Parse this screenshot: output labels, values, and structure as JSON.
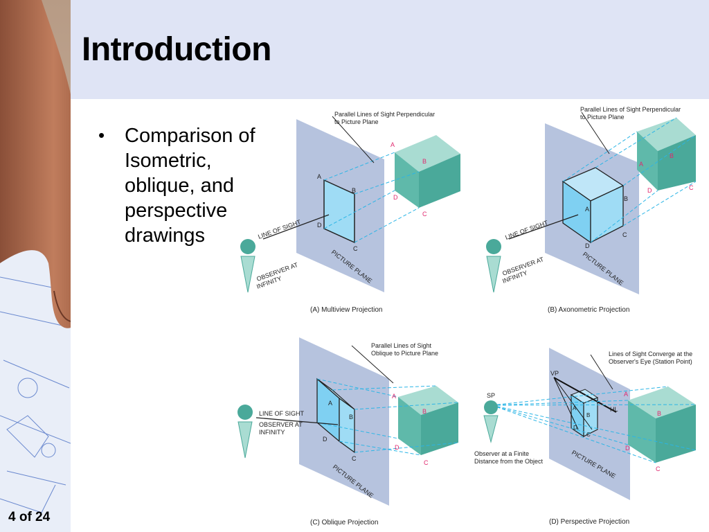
{
  "slide": {
    "title": "Introduction",
    "bullet": "Comparison of Isometric, oblique, and perspective drawings",
    "page_indicator": "4 of 24"
  },
  "panels": {
    "a": {
      "caption": "(A)  Multiview Projection",
      "note_line1": "Parallel Lines of Sight Perpendicular",
      "note_line2": "to Picture Plane",
      "line_of_sight": "LINE OF SIGHT",
      "picture_plane": "PICTURE PLANE",
      "observer_line1": "OBSERVER AT",
      "observer_line2": "INFINITY",
      "pt_a": "A",
      "pt_b": "B",
      "pt_c": "C",
      "pt_d": "D"
    },
    "b": {
      "caption": "(B)  Axonometric Projection",
      "note_line1": "Parallel Lines of Sight Perpendicular",
      "note_line2": "to Picture Plane",
      "line_of_sight": "LINE OF SIGHT",
      "picture_plane": "PICTURE PLANE",
      "observer_line1": "OBSERVER AT",
      "observer_line2": "INFINITY",
      "pt_a": "A",
      "pt_b": "B",
      "pt_c": "C",
      "pt_d": "D"
    },
    "c": {
      "caption": "(C)  Oblique Projection",
      "note_line1": "Parallel Lines of Sight",
      "note_line2": "Oblique to Picture Plane",
      "line_of_sight": "LINE OF SIGHT",
      "picture_plane": "PICTURE PLANE",
      "observer_line1": "OBSERVER AT",
      "observer_line2": "INFINITY",
      "pt_a": "A",
      "pt_b": "B",
      "pt_c": "C",
      "pt_d": "D"
    },
    "d": {
      "caption": "(D)  Perspective Projection",
      "note_line1": "Lines of Sight Converge at the",
      "note_line2": "Observer's Eye (Station Point)",
      "sp": "SP",
      "vp": "VP",
      "hl": "HL",
      "picture_plane": "PICTURE PLANE",
      "observer_line1": "Observer at a Finite",
      "observer_line2": "Distance from the Object",
      "pt_a": "A",
      "pt_b": "B",
      "pt_c": "C",
      "pt_d": "D"
    }
  },
  "colors": {
    "header_band": "#dfe4f5",
    "plane": "#a9b8d8",
    "cube_front": "#4aa99a",
    "cube_top": "#a9dcd2",
    "sight_line": "#2bb5e6",
    "point_label": "#e0286e"
  }
}
